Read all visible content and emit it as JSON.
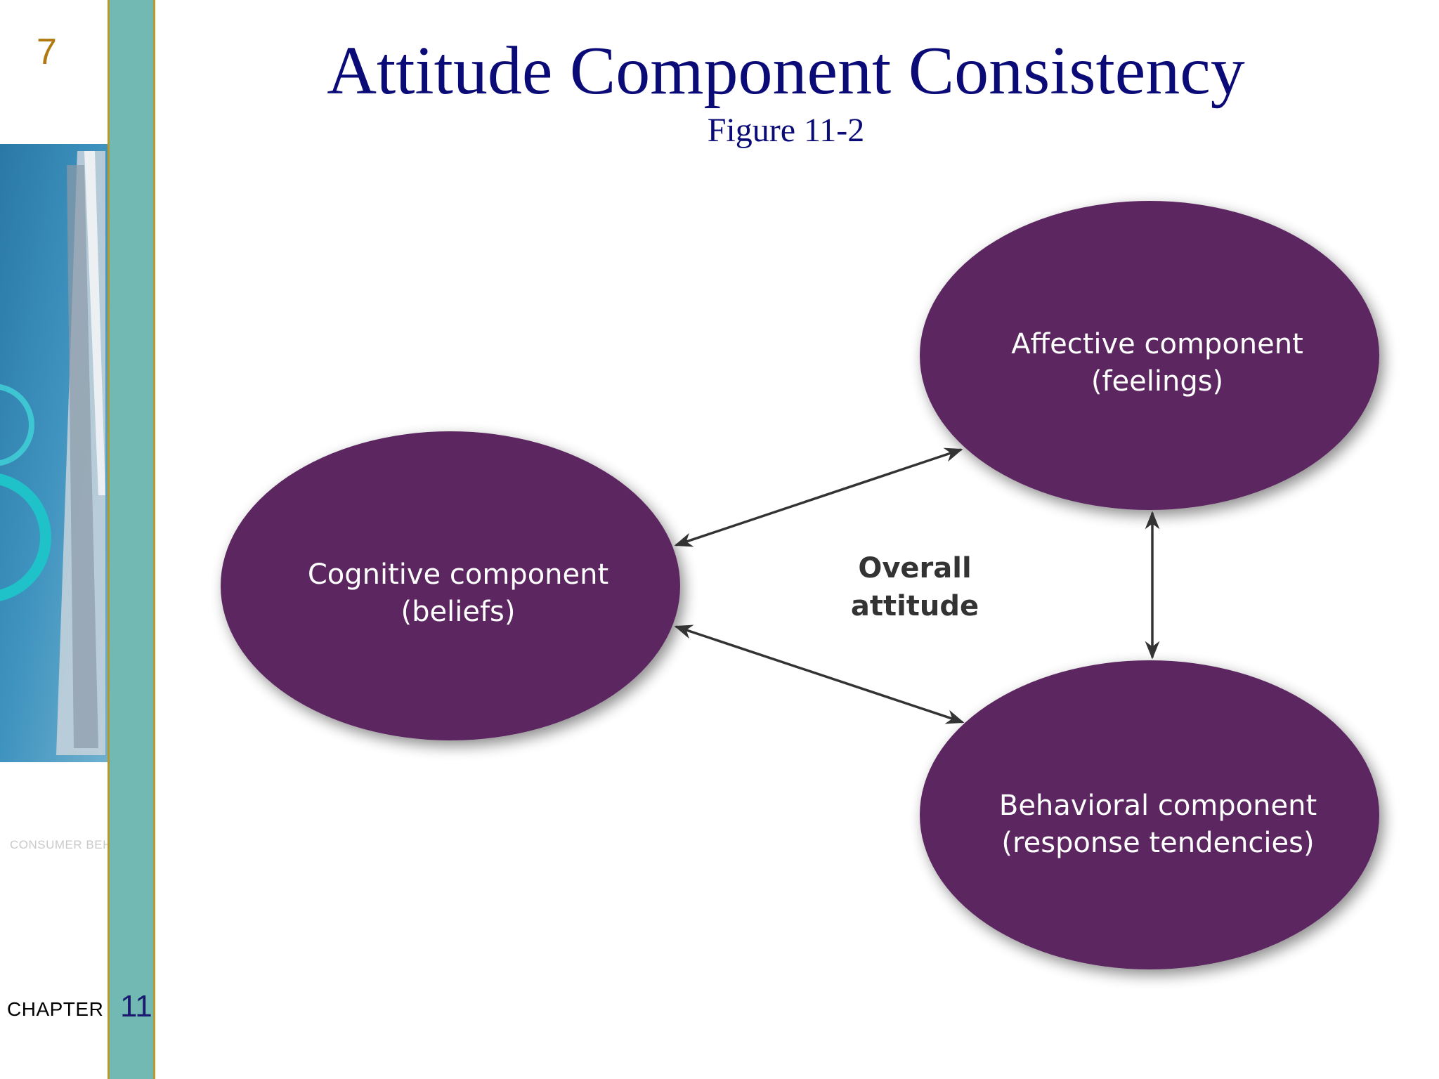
{
  "slide": {
    "number": "7",
    "chapter_label": "CHAPTER",
    "chapter_number": "11",
    "book_title": "CONSUMER BEHAVIOR"
  },
  "title": "Attitude Component Consistency",
  "subtitle": "Figure 11-2",
  "diagram": {
    "center_label_line1": "Overall",
    "center_label_line2": "attitude",
    "nodes": {
      "cognitive": {
        "line1": "Cognitive component",
        "line2": "(beliefs)"
      },
      "affective": {
        "line1": "Affective component",
        "line2": "(feelings)"
      },
      "behavioral": {
        "line1": "Behavioral component",
        "line2": "(response tendencies)"
      }
    },
    "connections": [
      {
        "from": "cognitive",
        "to": "affective",
        "direction": "both"
      },
      {
        "from": "cognitive",
        "to": "behavioral",
        "direction": "both"
      },
      {
        "from": "affective",
        "to": "behavioral",
        "direction": "both"
      }
    ]
  },
  "colors": {
    "title": "#0b0b78",
    "node_fill": "#5b2560",
    "node_text": "#ffffff",
    "arrow": "#333333",
    "teal_bar": "#72b9b4",
    "slide_number": "#b07a10"
  }
}
